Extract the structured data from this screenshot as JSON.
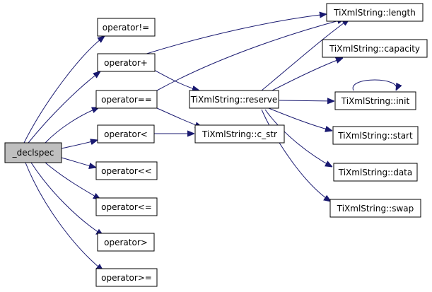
{
  "diagram": {
    "colors": {
      "edge": "#191970",
      "root_fill": "#bfbfbf",
      "node_fill": "#ffffff",
      "node_border": "#000000"
    },
    "nodes": {
      "declspec": "_declspec",
      "op_neq": "operator!=",
      "op_plus": "operator+",
      "op_eq": "operator==",
      "op_lt": "operator<",
      "op_shl": "operator<<",
      "op_le": "operator<=",
      "op_gt": "operator>",
      "op_ge": "operator>=",
      "reserve": "TiXmlString::reserve",
      "c_str": "TiXmlString::c_str",
      "length": "TiXmlString::length",
      "capacity": "TiXmlString::capacity",
      "init": "TiXmlString::init",
      "start": "TiXmlString::start",
      "data": "TiXmlString::data",
      "swap": "TiXmlString::swap"
    }
  }
}
